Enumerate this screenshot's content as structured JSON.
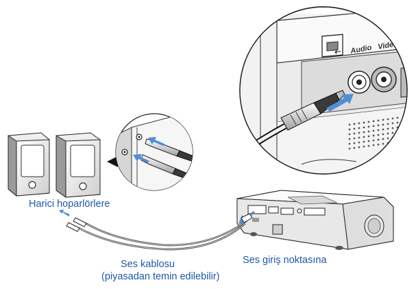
{
  "labels": {
    "speakers": "Harici hoparlörlere",
    "audio_input": "Ses giriş noktasına",
    "cable_line1": "Ses kablosu",
    "cable_line2": "(piyasadan temin edilebilir)",
    "port_usb": "⇠",
    "port_audio": "Audio",
    "port_video": "Video"
  },
  "colors": {
    "label_text": "#1f57a8",
    "arrow": "#4f8fd8",
    "outline": "#222222"
  },
  "icons": [
    "speaker-icon",
    "projector-icon",
    "audio-plug-icon",
    "usb-symbol-icon",
    "arrow-icon"
  ]
}
